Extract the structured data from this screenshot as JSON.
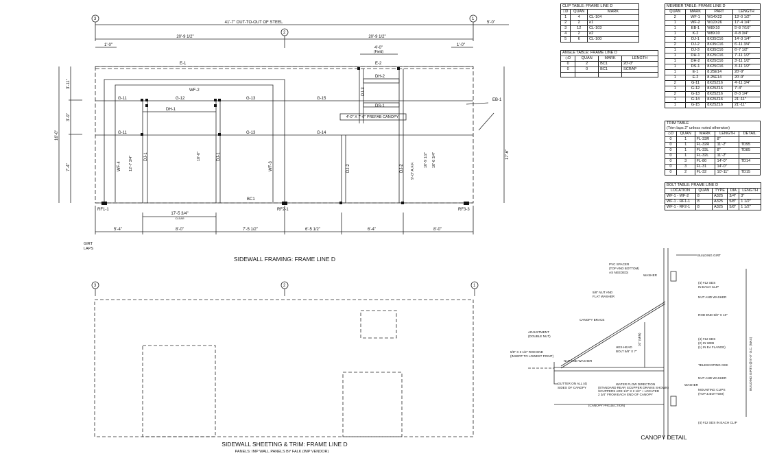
{
  "grid": {
    "g3": "3",
    "g2": "2",
    "g1": "1"
  },
  "framing": {
    "title": "SIDEWALL FRAMING: FRAME LINE D",
    "overall": "41'-7\"  OUT-TO-OUT OF STEEL",
    "right_dim": "5'-0\"",
    "half_left": "20'-9 1/2\"",
    "half_right": "20'-9 1/2\"",
    "top_left_1": "1'-0\"",
    "top_right_1": "1'-0\"",
    "field_w": "4'-0\"",
    "field_note": "(Field)",
    "girt_laps": [
      "GIRT",
      "LAPS"
    ],
    "clear_dim": "17'-5 3/4\"",
    "clear_note": "CLEAR",
    "bottom_dims": [
      "5'-4\"",
      "8'-0\"",
      "7'-5 1/2\"",
      "6'-5 1/2\"",
      "6'-4\"",
      "8'-0\""
    ],
    "left_dims": [
      "16'-0\"",
      "3'-11\"",
      "3'-9\"",
      "7'-4\""
    ],
    "right_vert": "17'-6\"",
    "members": {
      "e1": "E-1",
      "e2": "E-2",
      "wf2": "WF-2",
      "g11a": "G-11",
      "g12": "G-12",
      "g13a": "G-13",
      "g15": "G-15",
      "g11b": "G-11",
      "g13b": "G-13",
      "g14": "G-14",
      "dh1": "DH-1",
      "dh2": "DH-2",
      "ds1": "DS-1",
      "bc1": "BC1",
      "wf4": "WF-4",
      "wf3": "WF-3",
      "dj1a": "DJ-1",
      "dj1b": "DJ-1",
      "dj2a": "DJ-2",
      "dj2b": "DJ-2",
      "dj3": "DJ-3",
      "eb1": "EB-1",
      "rf1": "RF1-1",
      "rf2": "RF2-1",
      "rf3": "RF3-3",
      "canopy": "4'-0\" X 7'-0\" PREFAB CANOPY",
      "v1": "12'-7 3/4\"",
      "v2": "10'-0\"",
      "v3": "9'-0\" A.F.F.",
      "v4": "10'-9 1/2\"",
      "v5": "10'-6 3/4\""
    }
  },
  "clip_table": {
    "title": "CLIP TABLE:  FRAME LINE D",
    "headers": [
      "□D",
      "QUAN",
      "MARK"
    ],
    "rows": [
      [
        "1",
        "4",
        "CL-104"
      ],
      [
        "2",
        "2",
        "e1"
      ],
      [
        "3",
        "12",
        "CL-103"
      ],
      [
        "4",
        "2",
        "e2"
      ],
      [
        "5",
        "6",
        "CL-100"
      ]
    ]
  },
  "angle_table": {
    "title": "ANGLE TABLE:  FRAME LINE D",
    "headers": [
      "◇D",
      "QUAN",
      "MARK",
      "LENGTH"
    ],
    "rows": [
      [
        "0",
        "2",
        "BC1",
        "20'-0\""
      ],
      [
        "0",
        "0",
        "BC1",
        "SCRAP"
      ]
    ]
  },
  "member_table": {
    "title": "MEMBER TABLE:  FRAME LINE D",
    "headers": [
      "QUAN",
      "MARK",
      "PART",
      "LENGTH"
    ],
    "rows": [
      [
        "2",
        "WF-1",
        "W14X22",
        "13'-0 1/2\""
      ],
      [
        "1",
        "WF-2",
        "W12X26",
        "17'-4 1/4\""
      ],
      [
        "1",
        "EB-1",
        "W8X10",
        "5'-8 7/16\""
      ],
      [
        "1",
        "K-2",
        "W8X10",
        "4'-8 3/4\""
      ],
      [
        "2",
        "DJ-1",
        "8X35C16",
        "14'-3 1/4\""
      ],
      [
        "2",
        "DJ-2",
        "8X35C16",
        "6'-11 3/4\""
      ],
      [
        "1",
        "DJ-3",
        "8X35C16",
        "6'-7 1/2\""
      ],
      [
        "1",
        "DH-1",
        "8X25C16",
        "7'-11 1/2\""
      ],
      [
        "1",
        "DH-2",
        "8X25C16",
        "3'-11 1/2\""
      ],
      [
        "1",
        "DS-1",
        "8X25C16",
        "3'-11 1/2\""
      ],
      [
        "1",
        "E-1",
        "8.25E14",
        "20'-9\""
      ],
      [
        "1",
        "E-2",
        "8.25E14",
        "20'-9\""
      ],
      [
        "2",
        "G-11",
        "8X25Z16",
        "4'-11 3/4\""
      ],
      [
        "1",
        "G-12",
        "8X25Z16",
        "7'-4\""
      ],
      [
        "2",
        "G-13",
        "8X25Z16",
        "8'-3 1/4\""
      ],
      [
        "1",
        "G-14",
        "8X25Z16",
        "21'-11\""
      ],
      [
        "1",
        "G-15",
        "8X25Z16",
        "21'-11\""
      ]
    ]
  },
  "trim_table": {
    "title": "TRIM TABLE",
    "note": "(Trim laps 2\" unless noted otherwise)",
    "headers": [
      "◇D",
      "QUAN",
      "MARK",
      "LENGTH",
      "DETAIL"
    ],
    "rows": [
      [
        "0",
        "1",
        "FL-33R",
        "8\"",
        ""
      ],
      [
        "0",
        "1",
        "FL-32R",
        "11'-2\"",
        "TD95"
      ],
      [
        "0",
        "1",
        "FL-33L",
        "8\"",
        "TD85"
      ],
      [
        "0",
        "1",
        "FL-32L",
        "11'-2\"",
        ""
      ],
      [
        "0",
        "3",
        "FL-80",
        "14'-0\"",
        "TD14"
      ],
      [
        "0",
        "3",
        "FL-31",
        "14'-0\"",
        ""
      ],
      [
        "0",
        "2",
        "FL-32",
        "10'-11\"",
        "TD15"
      ]
    ]
  },
  "bolt_table": {
    "title": "BOLT TABLE:  FRAME LINE D",
    "headers": [
      "LOCATION",
      "QUAN",
      "TYPE",
      "DIA",
      "LENGTH"
    ],
    "rows": [
      [
        "WF-1 - WF-2",
        "8",
        "A325",
        "3/4\"",
        "3\""
      ],
      [
        "WF-1 - RF1-1",
        "8",
        "A325",
        "5/8\"",
        "1 1/2\""
      ],
      [
        "WF-1 - RF2-1",
        "8",
        "A325",
        "5/8\"",
        "1 1/2\""
      ]
    ]
  },
  "sheeting": {
    "title": "SIDEWALL SHEETING & TRIM: FRAME LINE D",
    "subtitle": "PANELS: IMP WALL PANELS BY FALK (IMP VENDOR)"
  },
  "canopy_detail": {
    "title": "CANOPY DETAIL",
    "labels": {
      "building_girt": "BUILDING GIRT",
      "pvc": [
        "PVC SPACER",
        "(TOP AND BOTTOM)",
        "AS NEEDED)"
      ],
      "washer1": "WASHER",
      "sds1": [
        "(4) #12 SDS",
        "IN EACH CLIP"
      ],
      "nut_flat": [
        "5/8\" NUT AND",
        "FLAT WASHER"
      ],
      "nut_washer1": "NUT AND WASHER",
      "rod_end": "ROD END 5/8\" X 10\"",
      "canopy_brace": "CANOPY BRACE",
      "adjustment": [
        "ADJUSTMENT",
        "(DOUBLE NUT)"
      ],
      "sds2": [
        "(4) #12 SDS",
        "(2) IN WEB",
        "(1) IN EA FLANGE)"
      ],
      "rod_end2": [
        "5/8\" X 3 1/2\" ROD END",
        "(INSERT TO LOWEST POINT)"
      ],
      "hex_head": [
        "HEX-HEAD",
        "BOLT 5/8\" X 7\""
      ],
      "nut_washer2": "NUT AND WASHER",
      "telescoping": "TELESCOPING CEE",
      "nut_washer3": "NUT AND WASHER",
      "washer2": "WASHER",
      "gutter": [
        "GUTTER ON ALL (4)",
        "SIDES OF CANOPY"
      ],
      "water_flow": [
        "WATER FLOW DIRECTION",
        "(STANDARD REAR SCUPPER DRAINS SHOWN)",
        "SCUPPERS ARE 1/2\" X 2 1/2\" + LOCATED",
        "2 3/4\" FROM EACH END OF CANOPY"
      ],
      "mounting": [
        "MOUNTING CLIPS",
        "(TOP & BOTTOM)"
      ],
      "projection": "(CANOPY PROJECTION)",
      "sds3": "(4) #12 SDS IN EACH CLIP",
      "min_dim": "20\" (MIN)",
      "girt_spacing": "BUILDING GIRTS @ 8'-0\" O.C. (MAX)"
    }
  }
}
